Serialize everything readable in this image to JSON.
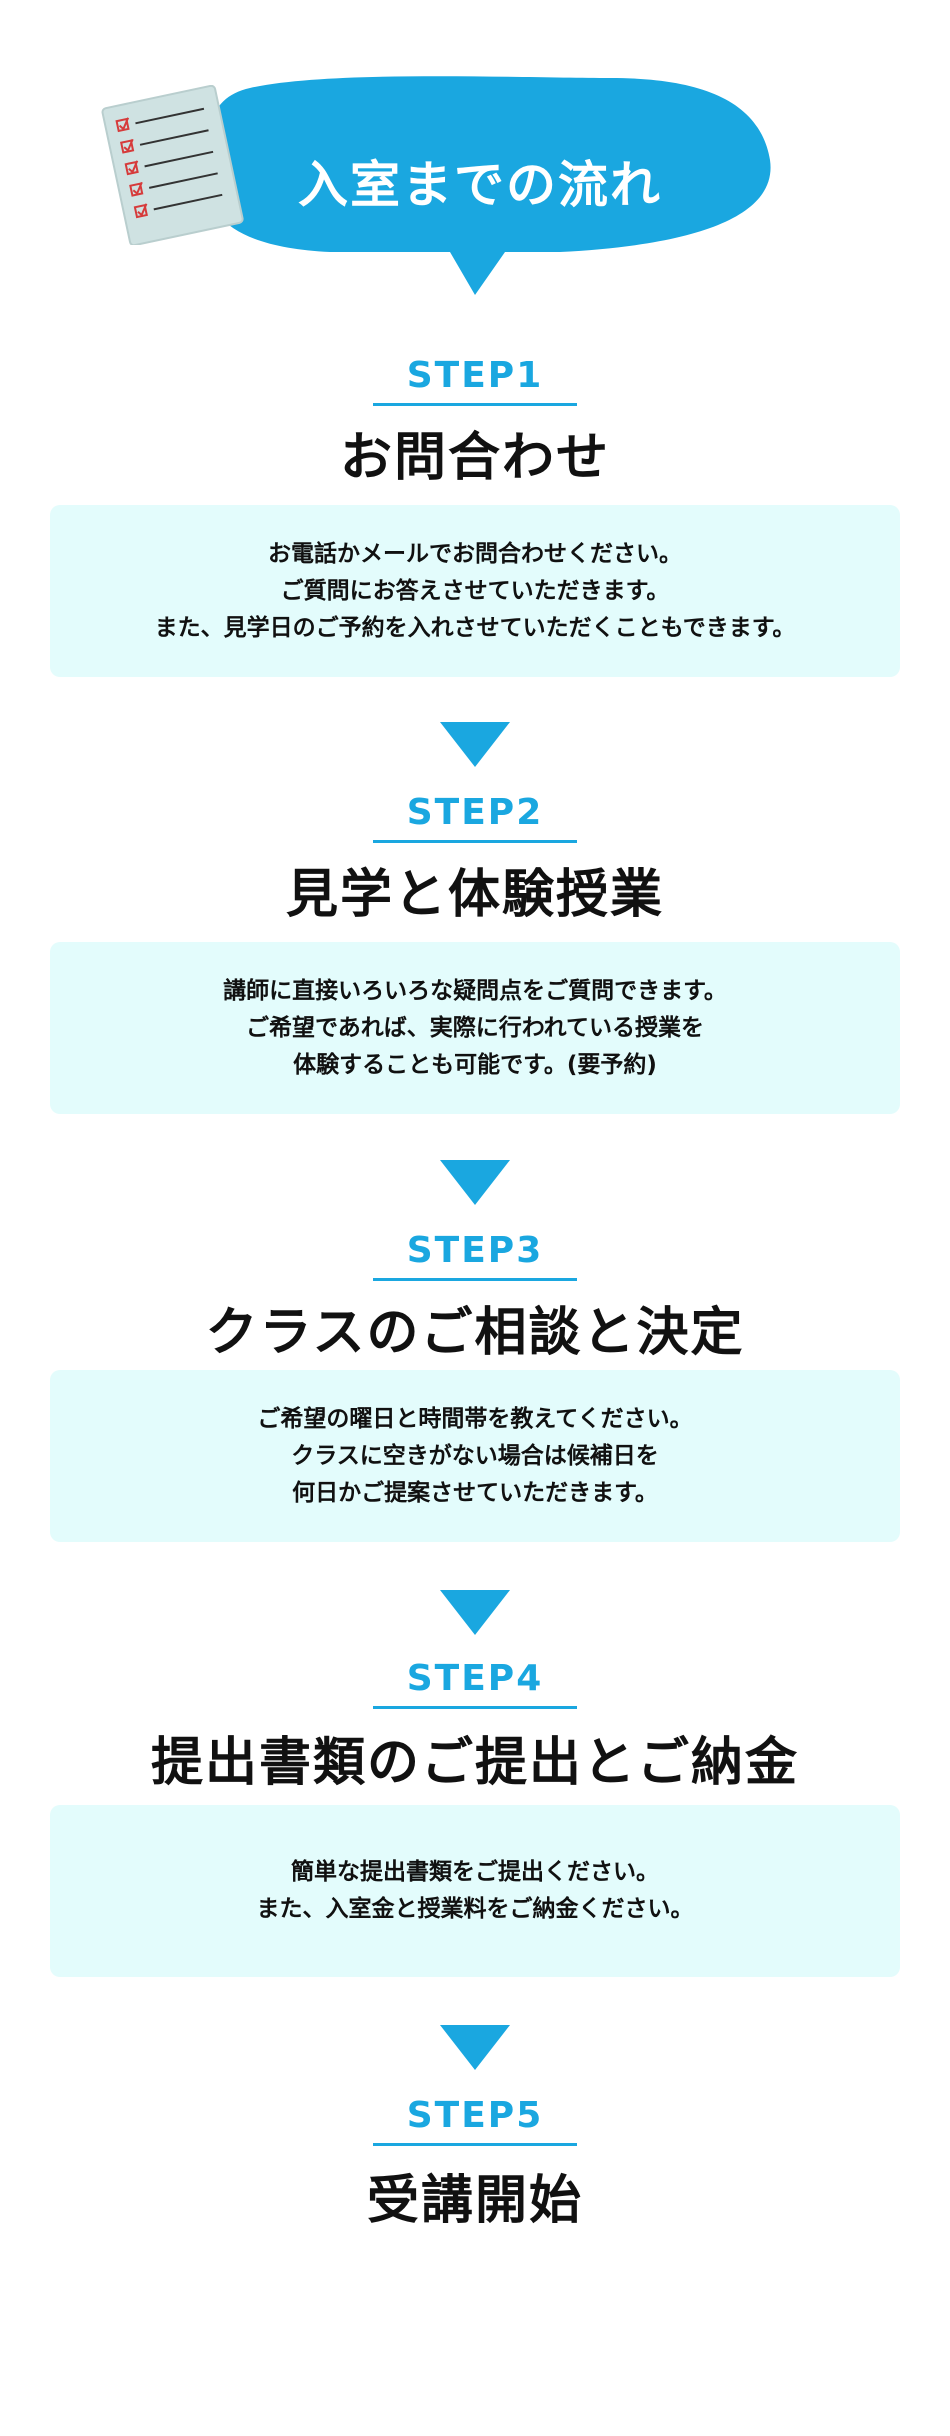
{
  "header": {
    "title": "入室までの流れ",
    "bubble_color": "#1aa7e0",
    "icon": "checklist-icon"
  },
  "colors": {
    "accent": "#1aa7e0",
    "card_bg": "#e3fcfc"
  },
  "steps": [
    {
      "label": "STEP1",
      "title": "お問合わせ",
      "description": "お電話かメールでお問合わせください。\nご質問にお答えさせていただきます。\nまた、見学日のご予約を入れさせていただくこともできます。"
    },
    {
      "label": "STEP2",
      "title": "見学と体験授業",
      "description": "講師に直接いろいろな疑問点をご質問できます。\nご希望であれば、実際に行われている授業を\n体験することも可能です。(要予約)"
    },
    {
      "label": "STEP3",
      "title": "クラスのご相談と決定",
      "description": "ご希望の曜日と時間帯を教えてください。\nクラスに空きがない場合は候補日を\n何日かご提案させていただきます。"
    },
    {
      "label": "STEP4",
      "title": "提出書類のご提出とご納金",
      "description": "簡単な提出書類をご提出ください。\nまた、入室金と授業料をご納金ください。"
    },
    {
      "label": "STEP5",
      "title": "受講開始"
    }
  ]
}
